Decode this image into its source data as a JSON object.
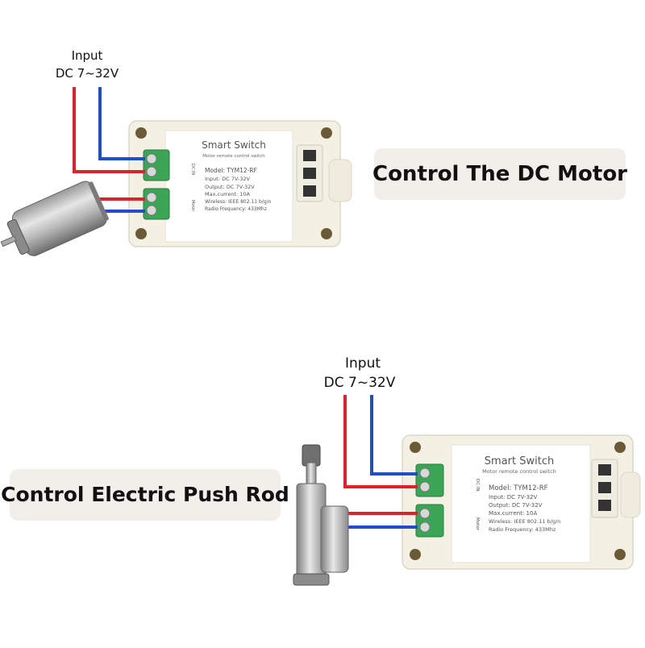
{
  "top": {
    "input_title": "Input",
    "input_voltage": "DC 7~32V",
    "caption": "Control The DC Motor"
  },
  "bottom": {
    "input_title": "Input",
    "input_voltage": "DC 7~32V",
    "caption": "Control Electric Push Rod"
  },
  "module": {
    "title": "Smart Switch",
    "subtitle": "Motor remote control switch",
    "specs": [
      "Model:  TYM12-RF",
      "Input:  DC 7V-32V",
      "Output:  DC 7V-32V",
      "Max.current:  10A",
      "Wireless:  IEEE 802.11 b/g/n",
      "Radio Frequency:  433Mhz"
    ],
    "terminal_label_in": "DC IN",
    "terminal_label_out": "Motor"
  },
  "colors": {
    "wire_positive": "#e0202a",
    "wire_negative": "#1f4fc4",
    "terminal": "#3aa655",
    "housing": "#f4f1e4",
    "caption_bg": "#f2efea"
  }
}
